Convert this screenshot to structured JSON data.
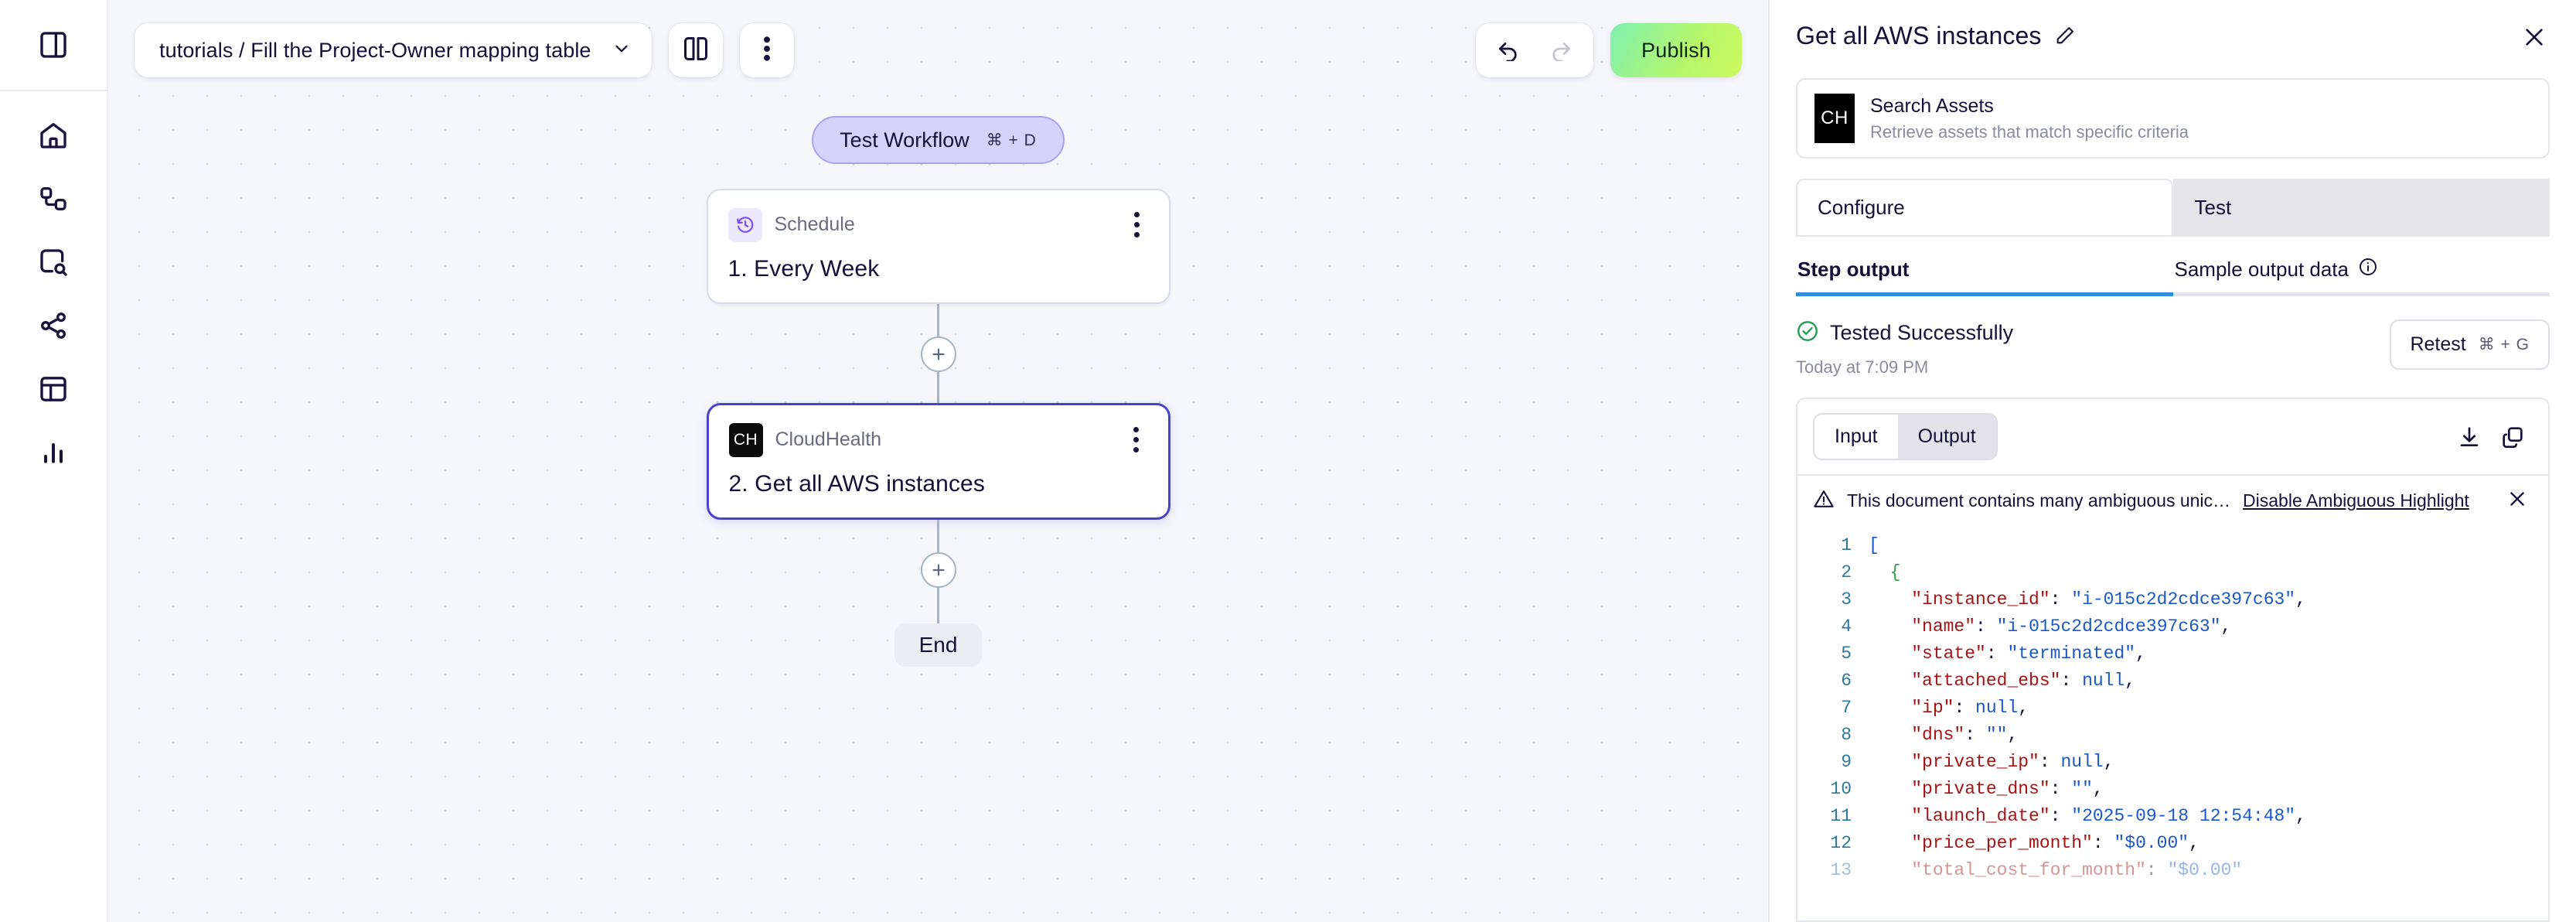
{
  "sidebar": {
    "toggle_label": "panel-toggle",
    "items": [
      {
        "name": "home",
        "label": "Home"
      },
      {
        "name": "workflows",
        "label": "Workflows"
      },
      {
        "name": "search-assets",
        "label": "Search Assets"
      },
      {
        "name": "integrations",
        "label": "Integrations"
      },
      {
        "name": "tables",
        "label": "Tables"
      },
      {
        "name": "analytics",
        "label": "Analytics"
      }
    ]
  },
  "toolbar": {
    "breadcrumb": "tutorials / Fill the Project-Owner mapping table",
    "book_label": "Docs",
    "more_label": "More options",
    "undo_label": "Undo",
    "redo_label": "Redo",
    "publish_label": "Publish"
  },
  "canvas": {
    "test_workflow": {
      "label": "Test Workflow",
      "shortcut": "⌘ + D"
    },
    "nodes": [
      {
        "type": "Schedule",
        "title": "1. Every Week",
        "badge": "clock",
        "selected": false
      },
      {
        "type": "CloudHealth",
        "title": "2. Get all AWS instances",
        "badge": "CH",
        "selected": true
      }
    ],
    "add_label": "+",
    "end_label": "End"
  },
  "panel": {
    "title": "Get all AWS instances",
    "edit_label": "Rename",
    "close_label": "Close",
    "asset": {
      "logo": "CH",
      "name": "Search Assets",
      "description": "Retrieve assets that match specific criteria"
    },
    "tabs": [
      {
        "label": "Configure",
        "active": true
      },
      {
        "label": "Test",
        "active": false
      }
    ],
    "subtabs": [
      {
        "label": "Step output",
        "active": true,
        "info": false
      },
      {
        "label": "Sample output data",
        "active": false,
        "info": true
      }
    ],
    "status": {
      "text": "Tested Successfully",
      "time": "Today at 7:09 PM",
      "retest_label": "Retest",
      "retest_shortcut": "⌘ + G"
    },
    "io": {
      "segments": [
        {
          "label": "Input",
          "active": false
        },
        {
          "label": "Output",
          "active": true
        }
      ],
      "download_label": "Download",
      "copy_label": "Copy"
    },
    "warning": {
      "text": "This document contains many ambiguous unic…",
      "link": "Disable Ambiguous Highlight",
      "close_label": "Dismiss"
    },
    "code_lines": [
      {
        "n": "1",
        "tokens": [
          {
            "t": "[",
            "c": "brkt1"
          }
        ]
      },
      {
        "n": "2",
        "tokens": [
          {
            "t": "  {",
            "c": "brkt2"
          }
        ]
      },
      {
        "n": "3",
        "tokens": [
          {
            "t": "    ",
            "c": "punct"
          },
          {
            "t": "\"instance_id\"",
            "c": "key"
          },
          {
            "t": ": ",
            "c": "punct"
          },
          {
            "t": "\"i-015c2d2cdce397c63\"",
            "c": "str"
          },
          {
            "t": ",",
            "c": "punct"
          }
        ]
      },
      {
        "n": "4",
        "tokens": [
          {
            "t": "    ",
            "c": "punct"
          },
          {
            "t": "\"name\"",
            "c": "key"
          },
          {
            "t": ": ",
            "c": "punct"
          },
          {
            "t": "\"i-015c2d2cdce397c63\"",
            "c": "str"
          },
          {
            "t": ",",
            "c": "punct"
          }
        ]
      },
      {
        "n": "5",
        "tokens": [
          {
            "t": "    ",
            "c": "punct"
          },
          {
            "t": "\"state\"",
            "c": "key"
          },
          {
            "t": ": ",
            "c": "punct"
          },
          {
            "t": "\"terminated\"",
            "c": "str"
          },
          {
            "t": ",",
            "c": "punct"
          }
        ]
      },
      {
        "n": "6",
        "tokens": [
          {
            "t": "    ",
            "c": "punct"
          },
          {
            "t": "\"attached_ebs\"",
            "c": "key"
          },
          {
            "t": ": ",
            "c": "punct"
          },
          {
            "t": "null",
            "c": "null"
          },
          {
            "t": ",",
            "c": "punct"
          }
        ]
      },
      {
        "n": "7",
        "tokens": [
          {
            "t": "    ",
            "c": "punct"
          },
          {
            "t": "\"ip\"",
            "c": "key"
          },
          {
            "t": ": ",
            "c": "punct"
          },
          {
            "t": "null",
            "c": "null"
          },
          {
            "t": ",",
            "c": "punct"
          }
        ]
      },
      {
        "n": "8",
        "tokens": [
          {
            "t": "    ",
            "c": "punct"
          },
          {
            "t": "\"dns\"",
            "c": "key"
          },
          {
            "t": ": ",
            "c": "punct"
          },
          {
            "t": "\"\"",
            "c": "str"
          },
          {
            "t": ",",
            "c": "punct"
          }
        ]
      },
      {
        "n": "9",
        "tokens": [
          {
            "t": "    ",
            "c": "punct"
          },
          {
            "t": "\"private_ip\"",
            "c": "key"
          },
          {
            "t": ": ",
            "c": "punct"
          },
          {
            "t": "null",
            "c": "null"
          },
          {
            "t": ",",
            "c": "punct"
          }
        ]
      },
      {
        "n": "10",
        "tokens": [
          {
            "t": "    ",
            "c": "punct"
          },
          {
            "t": "\"private_dns\"",
            "c": "key"
          },
          {
            "t": ": ",
            "c": "punct"
          },
          {
            "t": "\"\"",
            "c": "str"
          },
          {
            "t": ",",
            "c": "punct"
          }
        ]
      },
      {
        "n": "11",
        "tokens": [
          {
            "t": "    ",
            "c": "punct"
          },
          {
            "t": "\"launch_date\"",
            "c": "key"
          },
          {
            "t": ": ",
            "c": "punct"
          },
          {
            "t": "\"2025-09-18 12:54:48\"",
            "c": "str"
          },
          {
            "t": ",",
            "c": "punct"
          }
        ]
      },
      {
        "n": "12",
        "tokens": [
          {
            "t": "    ",
            "c": "punct"
          },
          {
            "t": "\"price_per_month\"",
            "c": "key"
          },
          {
            "t": ": ",
            "c": "punct"
          },
          {
            "t": "\"$0.00\"",
            "c": "str"
          },
          {
            "t": ",",
            "c": "punct"
          }
        ]
      },
      {
        "n": "13",
        "tokens": [
          {
            "t": "    ",
            "c": "punct"
          },
          {
            "t": "\"total_cost_for_month\"",
            "c": "key"
          },
          {
            "t": ": ",
            "c": "punct"
          },
          {
            "t": "\"$0.00\"",
            "c": "str"
          }
        ]
      }
    ]
  },
  "colors": {
    "accent_purple": "#4a43c9",
    "publish_green": "#b6f76a",
    "underline_blue": "#2f8ce0",
    "success_green": "#1f9d4d",
    "code_key": "#a31515",
    "code_string": "#1a58c8"
  }
}
